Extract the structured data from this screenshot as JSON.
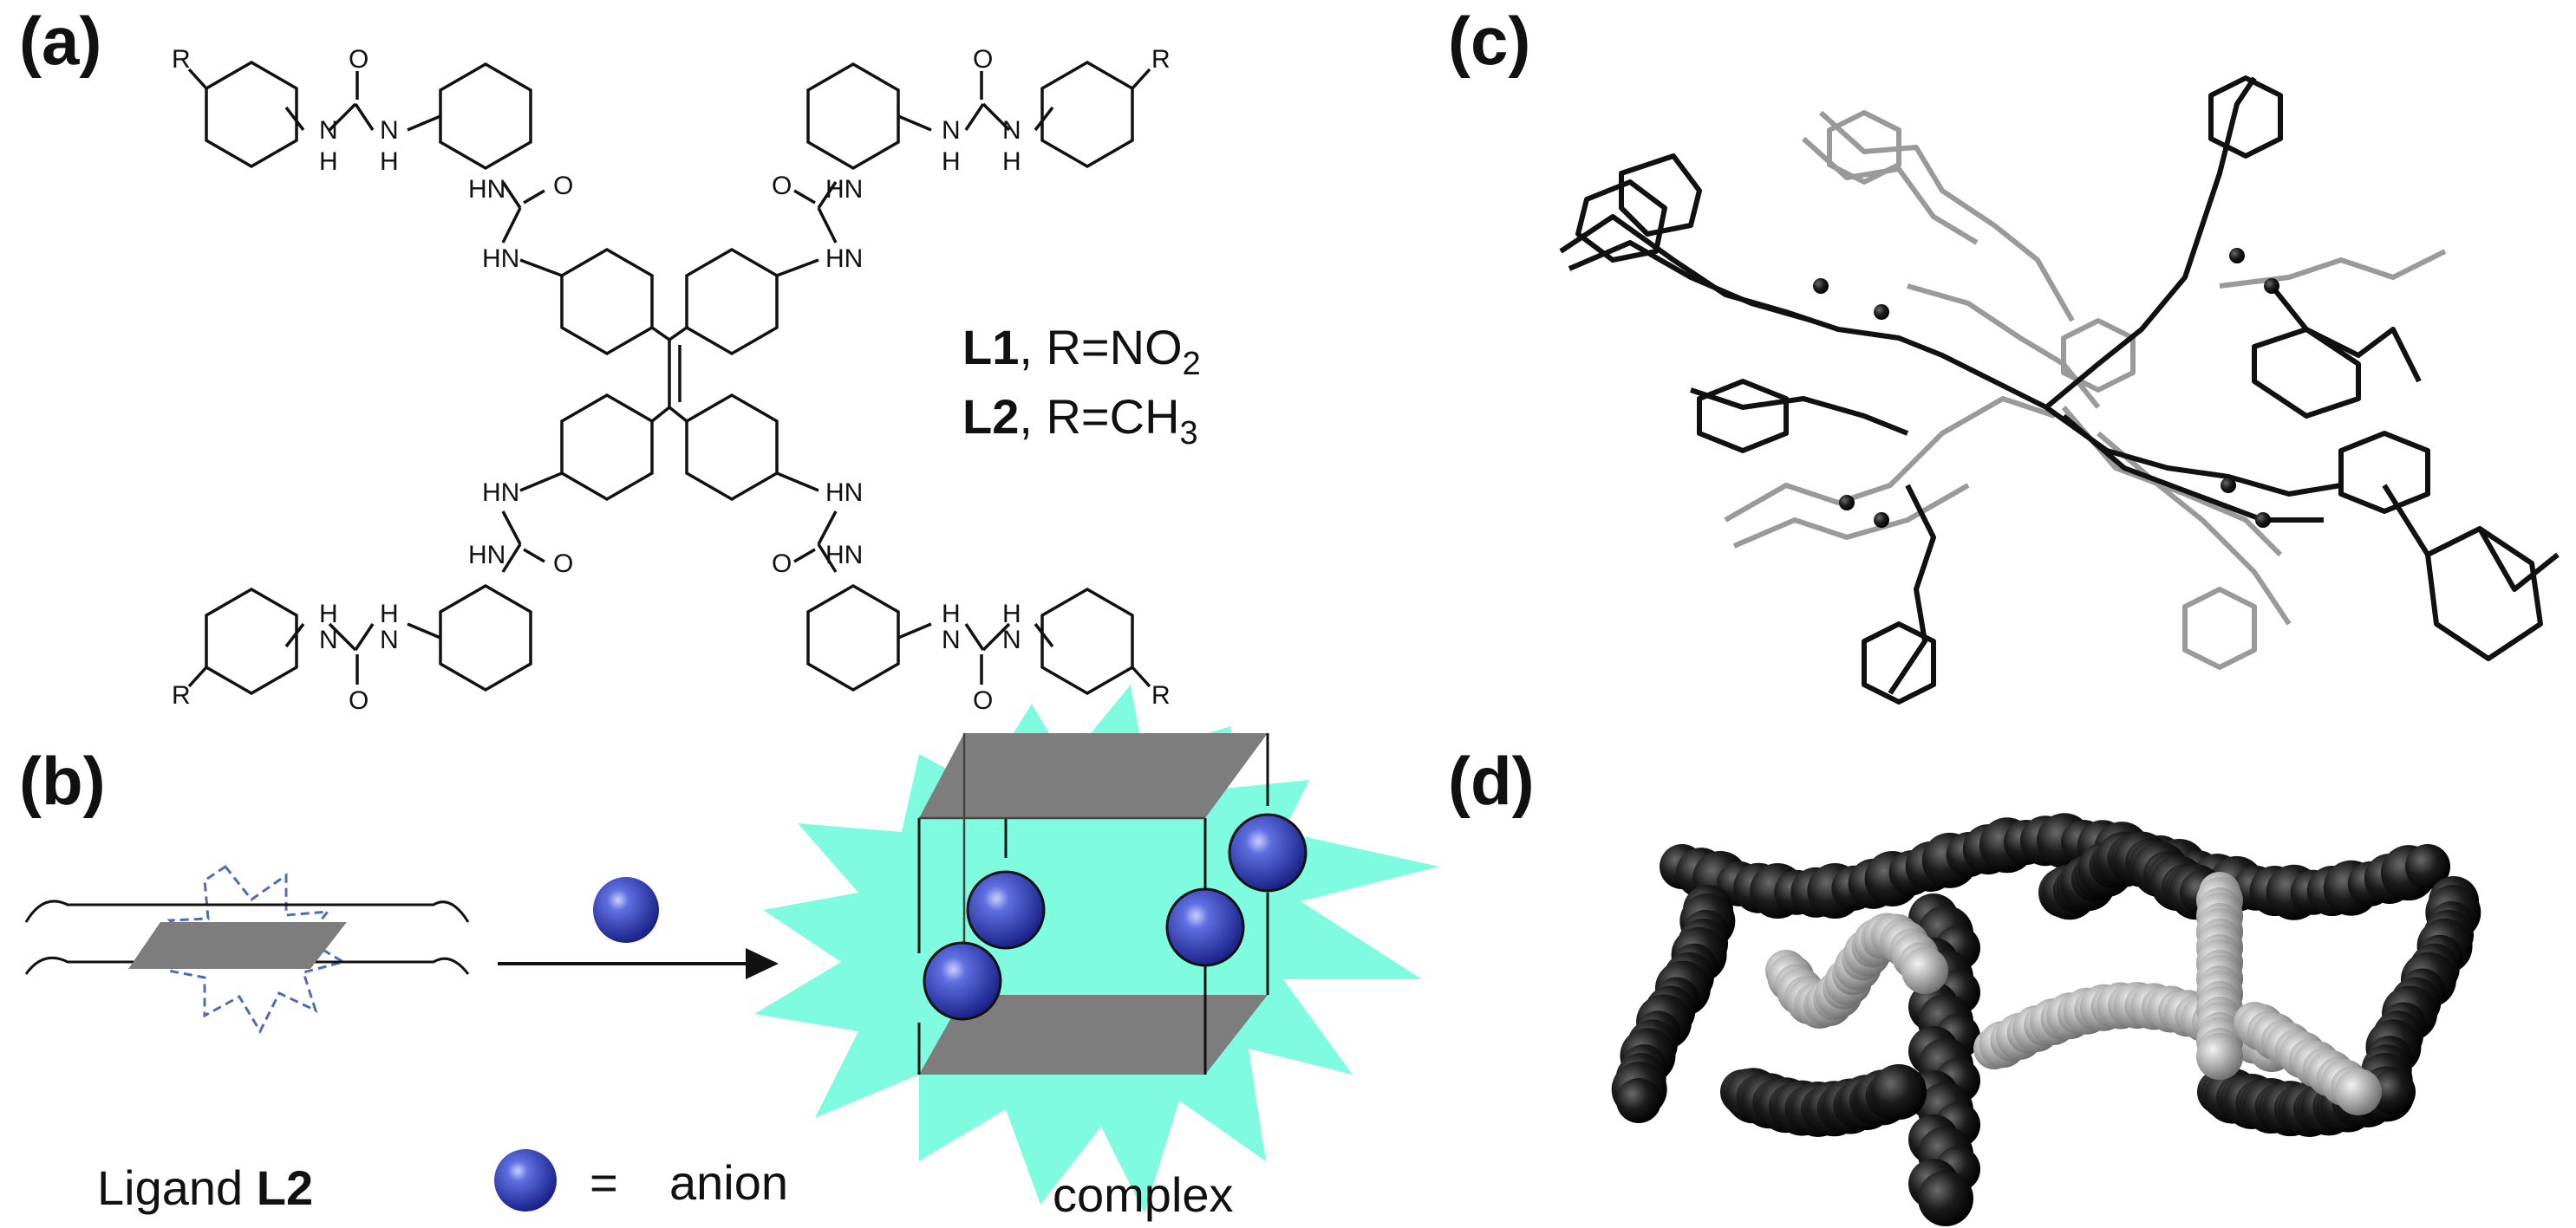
{
  "panels": {
    "a": "(a)",
    "b": "(b)",
    "c": "(c)",
    "d": "(d)"
  },
  "panel_a": {
    "atoms": {
      "R": "R",
      "NH": "N",
      "H": "H",
      "O": "O",
      "HN": "HN"
    },
    "ligands": [
      {
        "name": "L1",
        "substituent": ", R=NO",
        "subscript": "2"
      },
      {
        "name": "L2",
        "substituent": ", R=CH",
        "subscript": "3"
      }
    ]
  },
  "panel_b": {
    "ligand_caption": "Ligand ",
    "ligand_name": "L2",
    "equals": "=",
    "anion_label": "anion",
    "complex_label": "complex"
  },
  "colors": {
    "burst": "#7ffbe0",
    "plate": "#7d7d7d",
    "anion": "#2f3fb4",
    "dashed_star": "#4a6fb8",
    "crystal_dark": "#111111",
    "crystal_light": "#9a9a9a"
  }
}
